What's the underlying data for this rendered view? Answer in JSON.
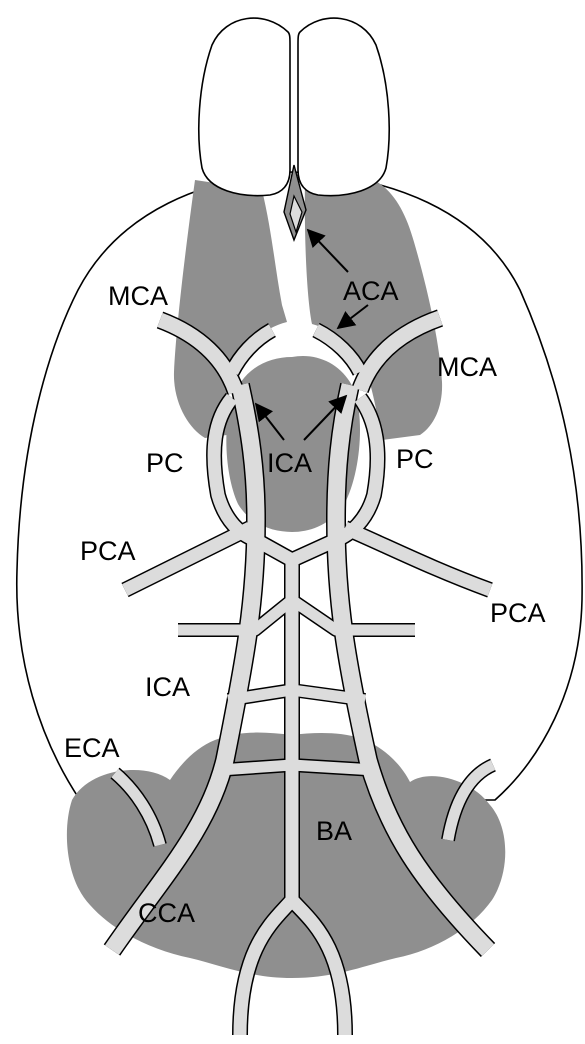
{
  "diagram": {
    "colors": {
      "tissue": "#8f8f8f",
      "vessel_fill": "#dcdcdc",
      "outline": "#000000",
      "background": "#ffffff"
    },
    "labels": {
      "mca_left": "MCA",
      "aca": "ACA",
      "mca_right": "MCA",
      "pc_left": "PC",
      "ica_center": "ICA",
      "pc_right": "PC",
      "pca_left": "PCA",
      "pca_right": "PCA",
      "ica_lower": "ICA",
      "eca": "ECA",
      "ba": "BA",
      "cca": "CCA"
    }
  }
}
